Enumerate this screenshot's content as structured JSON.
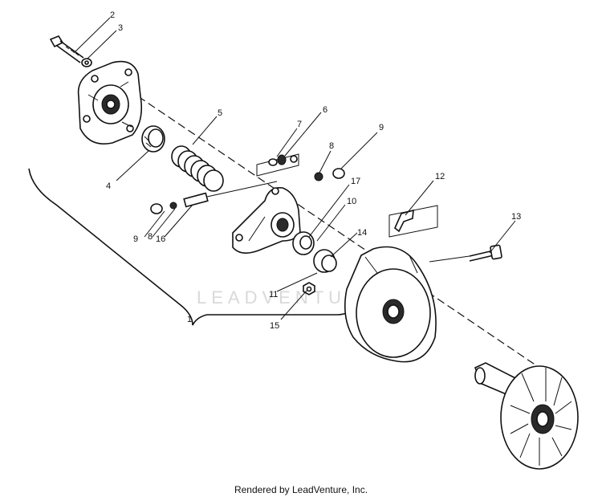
{
  "watermark": "LEADVENTURE",
  "footer": "Rendered by LeadVenture, Inc.",
  "callouts": {
    "c1": "1",
    "c2": "2",
    "c3": "3",
    "c4": "4",
    "c5": "5",
    "c6": "6",
    "c7": "7",
    "c8a": "8",
    "c8b": "8",
    "c9a": "9",
    "c9b": "9",
    "c10": "10",
    "c11": "11",
    "c12": "12",
    "c13": "13",
    "c14": "14",
    "c15": "15",
    "c16": "16",
    "c17": "17"
  }
}
